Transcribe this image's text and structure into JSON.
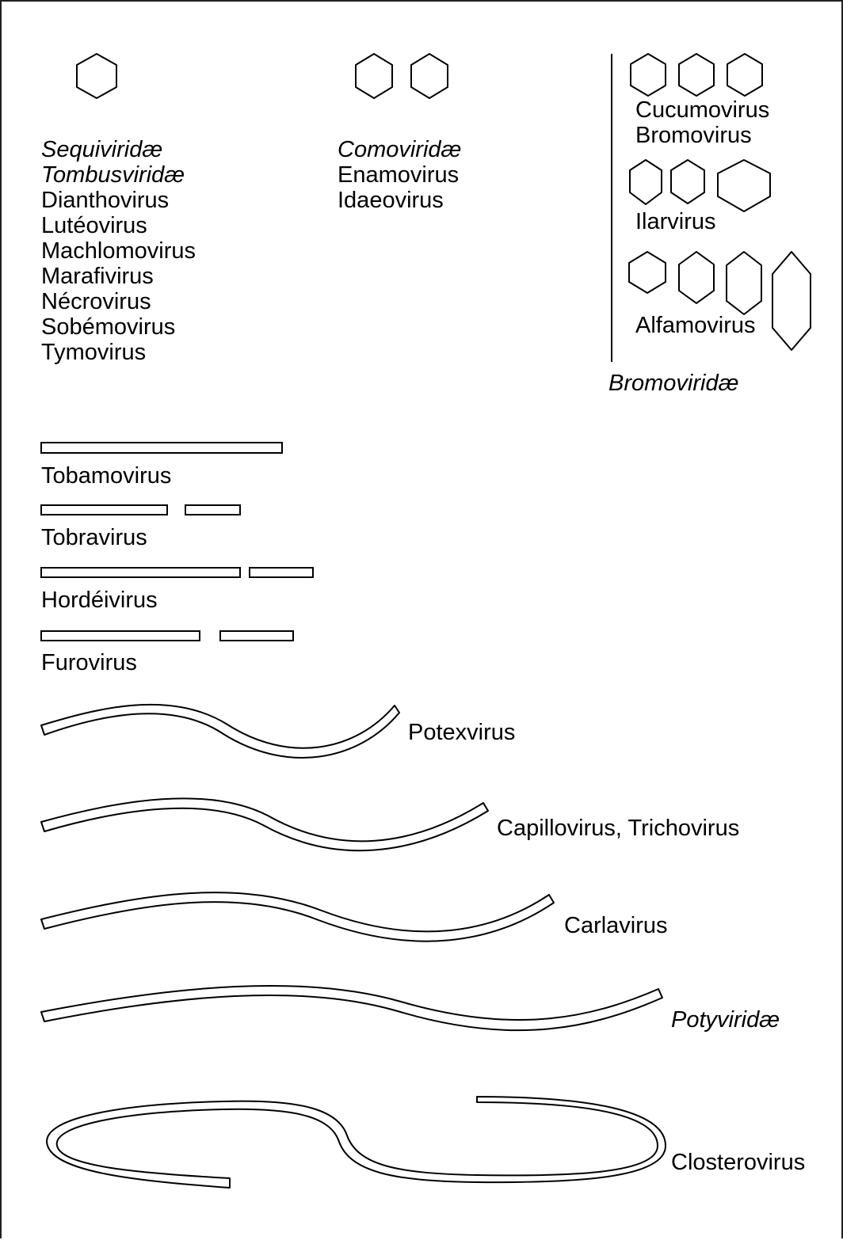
{
  "isometric_group_1": {
    "families": [
      "Sequiviridæ",
      "Tombusviridæ"
    ],
    "genera": [
      "Dianthovirus",
      "Lutéovirus",
      "Machlomovirus",
      "Marafivirus",
      "Nécrovirus",
      "Sobémovirus",
      "Tymovirus"
    ]
  },
  "isometric_group_2": {
    "family": "Comoviridæ",
    "genera": [
      "Enamovirus",
      "Idaeovirus"
    ]
  },
  "bromoviridae": {
    "family": "Bromoviridæ",
    "cucumovirus": "Cucumovirus",
    "bromovirus": "Bromovirus",
    "ilarvirus": "Ilarvirus",
    "alfamovirus": "Alfamovirus"
  },
  "rod_viruses": {
    "tobamovirus": "Tobamovirus",
    "tobravirus": "Tobravirus",
    "hordeivirus": "Hordéivirus",
    "furovirus": "Furovirus"
  },
  "filamentous_viruses": {
    "potexvirus": "Potexvirus",
    "capillovirus_trichovirus": "Capillovirus, Trichovirus",
    "carlavirus": "Carlavirus",
    "potyviridae": "Potyviridæ",
    "closterovirus": "Closterovirus"
  },
  "colors": {
    "line": "#000000",
    "background": "#ffffff",
    "frame": "#222222"
  }
}
